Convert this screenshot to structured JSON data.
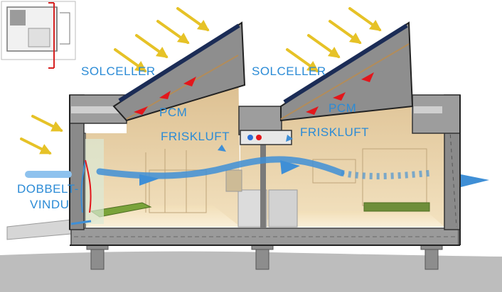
{
  "labels": {
    "solceller_left": "SOLCELLER",
    "solceller_right": "SOLCELLER",
    "pcm_left": "PCM",
    "pcm_right": "PCM",
    "friskluft_left": "FRISKLUFT",
    "friskluft_right": "FRISKLUFT",
    "dobbelt_line1": "DOBBELT-",
    "dobbelt_line2": "VINDU"
  },
  "colors": {
    "label_blue": "#2b8bd6",
    "sun_arrow": "#e6c227",
    "pcm_arrow": "#e3161b",
    "air_flow": "#3f8fd6",
    "wood": "#ecd3a5",
    "wall_section": "#8a8a8a",
    "ground": "#bdbdbd"
  },
  "icons": {
    "sun_rays": "sun-arrow-icon",
    "heat_storage": "pcm-arrow-icon",
    "air_flow": "air-flow-arrow-icon",
    "thumbnail": "floor-plan-icon"
  }
}
